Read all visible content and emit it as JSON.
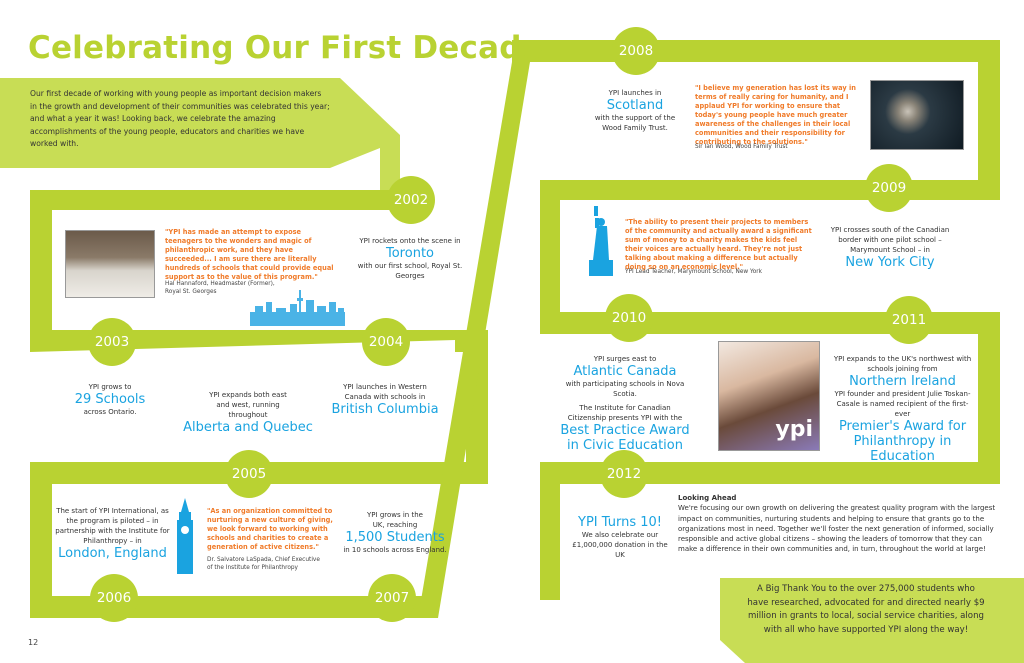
{
  "page": {
    "title": "Celebrating Our First Decade",
    "intro": "Our first decade of working with young people as important decision makers in the growth and development of their communities was celebrated this year; and what a year it was! Looking back, we celebrate the amazing accomplishments of the young people, educators and charities we have worked with.",
    "page_number": "12",
    "colors": {
      "ribbon": "#b9d232",
      "ribbon_dark": "#9bb320",
      "accent_blue": "#1aa3e0",
      "quote_orange": "#f07b2a"
    }
  },
  "milestones": {
    "y2002": {
      "year": "2002",
      "pre": "YPI rockets onto the scene in",
      "highlight": "Toronto",
      "post": "with our first school, Royal St. Georges"
    },
    "y2003": {
      "year": "2003",
      "pre": "YPI grows to",
      "highlight": "29 Schools",
      "post": "across Ontario."
    },
    "y2004": {
      "year": "2004",
      "pre": "YPI launches in Western Canada with schools in",
      "highlight": "British Columbia"
    },
    "y2004b": {
      "pre": "YPI expands both east and west, running throughout",
      "highlight": "Alberta and Quebec"
    },
    "y2005": {
      "year": "2005"
    },
    "y2006": {
      "year": "2006",
      "pre": "The start of YPI International, as the program is piloted – in partnership with the Institute for Philanthropy – in",
      "highlight": "London, England"
    },
    "y2007": {
      "year": "2007",
      "pre": "YPI grows in the UK, reaching",
      "highlight": "1,500 Students",
      "post": "in 10 schools across England."
    },
    "y2008": {
      "year": "2008",
      "pre": "YPI launches in",
      "highlight": "Scotland",
      "post": "with the support of the Wood Family Trust."
    },
    "y2009": {
      "year": "2009",
      "pre": "YPI crosses south of the Canadian border with one pilot school – Marymount School – in",
      "highlight": "New York City"
    },
    "y2010": {
      "year": "2010",
      "pre": "YPI surges east to",
      "highlight": "Atlantic Canada",
      "post": "with participating schools in Nova Scotia.",
      "pre2": "The Institute for Canadian Citizenship presents YPI with the",
      "highlight2": "Best Practice Award in Civic Education"
    },
    "y2011": {
      "year": "2011",
      "pre": "YPI expands to the UK's northwest with schools joining from",
      "highlight": "Northern Ireland",
      "pre2": "YPI founder and president Julie Toskan-Casale is named recipient of the first-ever",
      "highlight2": "Premier's Award for Philanthropy in Education"
    },
    "y2012": {
      "year": "2012",
      "highlight": "YPI Turns 10!",
      "post": "We also celebrate our £1,000,000 donation in the UK"
    }
  },
  "quotes": {
    "q1": {
      "text": "\"YPI has made an attempt to expose teenagers to the wonders and magic of philanthropic work, and they have succeeded... I am sure there are literally hundreds of schools that could provide equal support as to the value of this program.\"",
      "attr": "Hal Hannaford, Headmaster (Former), Royal St. Georges"
    },
    "q2": {
      "text": "\"As an organization committed to nurturing a new culture of giving, we look forward to working with schools and charities to create a generation of active citizens.\"",
      "attr": "Dr. Salvatore LaSpada, Chief Executive of the Institute for Philanthropy"
    },
    "q3": {
      "text": "\"I believe my generation has lost its way in terms of really caring for humanity, and I applaud YPI for working to ensure that today's young people have much greater awareness of the challenges in their local communities and their responsibility for contributing to the solutions.\"",
      "attr": "Sir Ian Wood, Wood Family Trust"
    },
    "q4": {
      "text": "\"The ability to present their projects to members of the community and actually award a significant sum of money to a charity makes the kids feel their voices are actually heard. They're not just talking about making a difference but actually doing so on an economic level.\"",
      "attr": "YPI Lead Teacher, Marymount School, New York"
    }
  },
  "looking_ahead": {
    "heading": "Looking Ahead",
    "body": "We're focusing our own growth on delivering the greatest quality program with the largest impact on communities, nurturing students and helping to ensure that grants go to the organizations most in need. Together we'll foster the next generation of informed, socially responsible and active global citizens – showing the leaders of tomorrow that they can make a difference in their own communities and, in turn, throughout the world at large!"
  },
  "thanks": "A Big Thank You to the over 275,000 students who have researched, advocated for and directed nearly $9 million in grants to local, social service charities, along with all who have supported YPI along the way!",
  "photo_sign_text": "ypi",
  "icons": [
    "cheque-photo",
    "toronto-skyline-icon",
    "big-ben-icon",
    "speaker-photo",
    "statue-of-liberty-icon",
    "students-photo"
  ]
}
